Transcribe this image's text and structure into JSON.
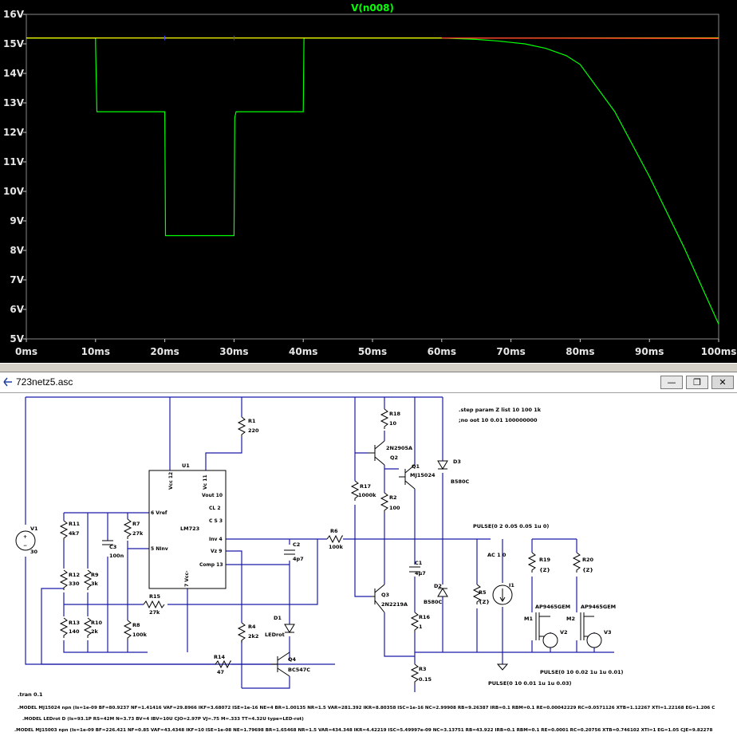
{
  "plot": {
    "trace_title": "V(n008)",
    "y_ticks": [
      "16V",
      "15V",
      "14V",
      "13V",
      "12V",
      "11V",
      "10V",
      "9V",
      "8V",
      "7V",
      "6V",
      "5V"
    ],
    "x_ticks": [
      "0ms",
      "10ms",
      "20ms",
      "30ms",
      "40ms",
      "50ms",
      "60ms",
      "70ms",
      "80ms",
      "90ms",
      "100ms"
    ],
    "colors": {
      "background": "#000000",
      "grid": "#555555",
      "axis_text": "#e6e6e6",
      "output_trace": "#00ff00",
      "input_trace_a": "#ffff00",
      "input_trace_b": "#ff3030",
      "input_trace_c": "#4040ff"
    }
  },
  "chart_data": {
    "type": "line",
    "title": "V(n008)",
    "xlabel": "",
    "ylabel": "",
    "xlim": [
      0,
      100
    ],
    "ylim": [
      5,
      16
    ],
    "x_unit": "ms",
    "y_unit": "V",
    "series": [
      {
        "name": "V(n008)",
        "color": "#00ff00",
        "x": [
          0,
          10,
          10,
          10.2,
          20,
          20.1,
          30,
          30.1,
          30.3,
          40,
          40.1,
          60,
          65,
          68,
          72,
          75,
          78,
          80,
          85,
          90,
          95,
          100
        ],
        "y": [
          15.2,
          15.2,
          15.0,
          12.7,
          12.7,
          8.5,
          8.5,
          12.5,
          12.7,
          12.7,
          15.2,
          15.2,
          15.15,
          15.1,
          15.0,
          14.85,
          14.6,
          14.3,
          12.7,
          10.5,
          8.1,
          5.5
        ]
      },
      {
        "color": "#ffff00",
        "x": [
          0,
          100
        ],
        "y": [
          15.2,
          15.2
        ]
      },
      {
        "color": "#ff3030",
        "x": [
          60,
          100
        ],
        "y": [
          15.2,
          15.18
        ]
      }
    ]
  },
  "schematic": {
    "window_title": "723netz5.asc",
    "buttons": {
      "minimize": "—",
      "restore": "❐",
      "close": "✕"
    },
    "labels": {
      "r1": "R1",
      "r1v": "220",
      "r18": "R18",
      "r18v": "10",
      "q2": "Q2",
      "q2t": "2N2905A",
      "q1": "Q1",
      "q1t": "MJ15024",
      "d3": "D3",
      "d3t": "B580C",
      "r17": "R17",
      "r17v": "1000k",
      "r2": "R2",
      "r2v": "100",
      "u1": "U1",
      "ic": "LM723",
      "vcc12": "Vcc 12",
      "vc11": "Vc 11",
      "vout": "Vout 10",
      "cl": "CL 2",
      "cs": "C S 3",
      "inv": "Inv 4",
      "vz": "Vz 9",
      "comp": "Comp 13",
      "vref": "6 Vref",
      "ninv": "5 NInv",
      "vee": "7 Vcc-",
      "v1": "V1",
      "v1v": "30",
      "r11": "R11",
      "r11v": "4k7",
      "r7": "R7",
      "r7v": "27k",
      "c3": "C3",
      "c3v": "100n",
      "r12": "R12",
      "r12v": "330",
      "r9": "R9",
      "r9v": "3k",
      "r15": "R15",
      "r15v": "27k",
      "r13": "R13",
      "r13v": "140",
      "r10": "R10",
      "r10v": "2k",
      "r8": "R8",
      "r8v": "100k",
      "r4": "R4",
      "r4v": "2k2",
      "c2": "C2",
      "c2v": "4p7",
      "d1": "D1",
      "d1t": "LEDrot",
      "r6": "R6",
      "r6v": "100k",
      "r14": "R14",
      "r14v": "47",
      "q4": "Q4",
      "q4t": "BC547C",
      "q3": "Q3",
      "q3t": "2N2219A",
      "c1": "C1",
      "c1v": "4µ7",
      "d2": "D2",
      "d2t": "B580C",
      "r16": "R16",
      "r16v": "1",
      "r3": "R3",
      "r3v": "0.15",
      "r5": "R5",
      "r5v": "{Z}",
      "i1": "I1",
      "ac": "AC 1 0",
      "r19": "R19",
      "r19v": "{Z}",
      "r20": "R20",
      "r20v": "{Z}",
      "m1": "M1",
      "m2": "M2",
      "ap1": "AP9465GEM",
      "ap2": "AP9465GEM",
      "v2": "V2",
      "v3": "V3",
      "pulse1": "PULSE(0 2 0.05 0.05 1u 0)",
      "pulse2": "PULSE(0 10 0.02 1u 1u 0.01)",
      "pulse3": "PULSE(0 10 0.01 1u 1u 0.03)",
      "step": ".step param Z list 10 100 1k",
      "noise": ";no oot 10 0.01 100000000",
      "tran": ".tran 0.1",
      "model1": ".MODEL MJ15024 npn (Is=1e-09 BF=80.9237 NF=1.41416 VAF=29.8966 IKF=3.68072 ISE=1e-16 NE=4 BR=1.00135 NR=1.5 VAR=281.392 IKR=8.80358 ISC=1e-16 NC=2.99908 RB=9.26387 IRB=0.1 RBM=0.1 RE=0.00042229 RC=0.0571126 XTB=1.12267 XTI=1.22168 EG=1.206 C",
      "model2": ".MODEL LEDrot D (Is=93.1P RS=42M N=3.73 BV=4 IBV=10U CJO=2.97P VJ=.75 M=.333 TT=4.32U type=LED-rot)",
      "model3": ".MODEL MJ15003 npn (Is=1e-09 BF=226.421 NF=0.85 VAF=43.4348 IKF=10 ISE=1e-08 NE=1.79698 BR=1.65468 NR=1.5 VAR=434.348 IKR=4.42219 ISC=5.49997e-09 NC=3.13751 RB=43.922 IRB=0.1 RBM=0.1 RE=0.0001 RC=0.20756 XTB=0.746102 XTI=1 EG=1.05 CJE=9.82278"
    }
  }
}
